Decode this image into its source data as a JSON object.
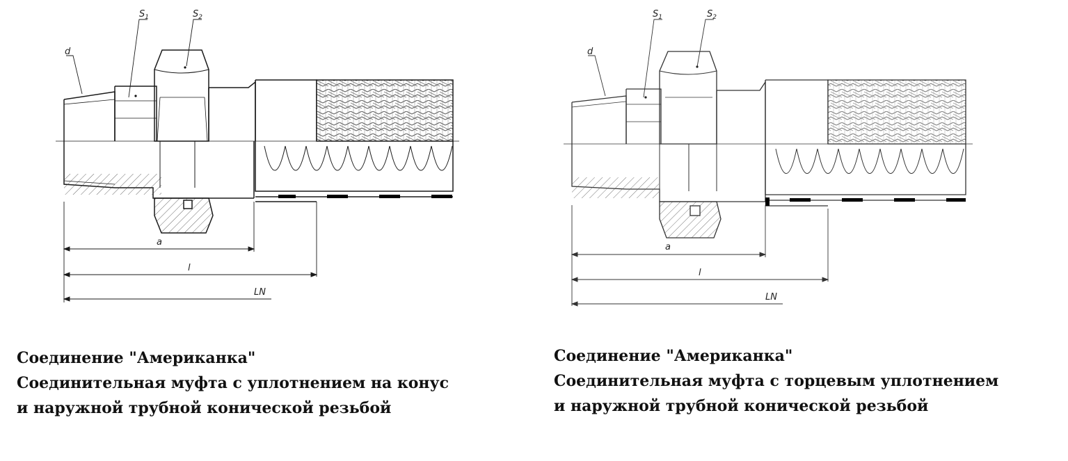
{
  "diagrams": [
    {
      "id": "left",
      "labels": {
        "s1": "S",
        "s1_sub": "1",
        "s2": "S",
        "s2_sub": "2",
        "d": "d",
        "a": "a",
        "l": "l",
        "ln": "LN"
      },
      "caption": [
        "Соединение \"Американка\"",
        "Соединительная муфта с  уплотнением на конус",
        "и наружной трубной конической резьбой"
      ]
    },
    {
      "id": "right",
      "labels": {
        "s1": "S",
        "s1_sub": "1",
        "s2": "S",
        "s2_sub": "2",
        "d": "d",
        "a": "a",
        "l": "l",
        "ln": "LN"
      },
      "caption": [
        "Соединение \"Американка\"",
        "Соединительная муфта с торцевым уплотнением",
        "и наружной трубной конической резьбой"
      ]
    }
  ],
  "colors": {
    "line": "#1a1a1a",
    "hatch": "#444444",
    "seal": "#000000"
  }
}
